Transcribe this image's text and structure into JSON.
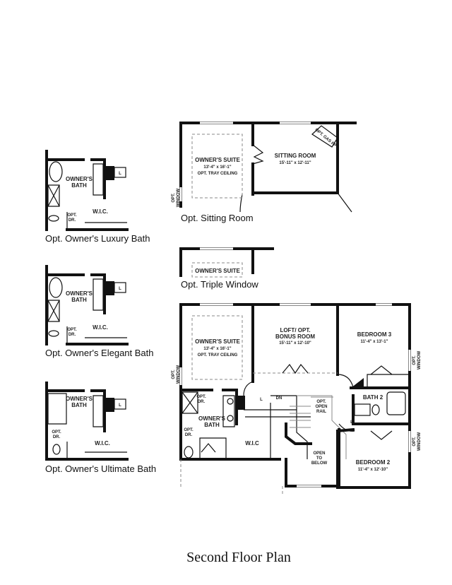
{
  "title": "Second Floor Plan",
  "captions": {
    "luxury": "Opt. Owner's Luxury Bath",
    "elegant": "Opt. Owner's Elegant Bath",
    "ultimate": "Opt. Owner's Ultimate Bath",
    "sitting": "Opt. Sitting Room",
    "triple": "Opt. Triple Window"
  },
  "labels": {
    "owners_suite": "OWNER'S SUITE",
    "owners_suite_dim": "13'-4\" x 16'-1\"",
    "tray_ceiling": "OPT. TRAY CEILING",
    "sitting_room": "SITTING ROOM",
    "sitting_room_dim": "15'-11\" x 12'-11\"",
    "gas_fp": "OPT. GAS FP",
    "opt": "OPT.",
    "window": "WINDOW",
    "loft1": "LOFT/ OPT.",
    "loft2": "BONUS ROOM",
    "loft_dim": "15'-11\" x 12'-10\"",
    "bedroom3": "BEDROOM 3",
    "bedroom3_dim": "11'-4\" x 13'-1\"",
    "bedroom2": "BEDROOM 2",
    "bedroom2_dim": "11'-4\" x 12'-10\"",
    "bath2": "BATH 2",
    "owners_bath1": "OWNER'S",
    "owners_bath2": "BATH",
    "wic": "W.I.C",
    "wic_dot": "W.I.C.",
    "opt_dr1": "OPT.",
    "opt_dr2": "DR.",
    "dn": "DN",
    "open_rail1": "OPT.",
    "open_rail2": "OPEN",
    "open_rail3": "RAIL",
    "open_below1": "OPEN",
    "open_below2": "TO",
    "open_below3": "BELOW",
    "linen": "L"
  }
}
